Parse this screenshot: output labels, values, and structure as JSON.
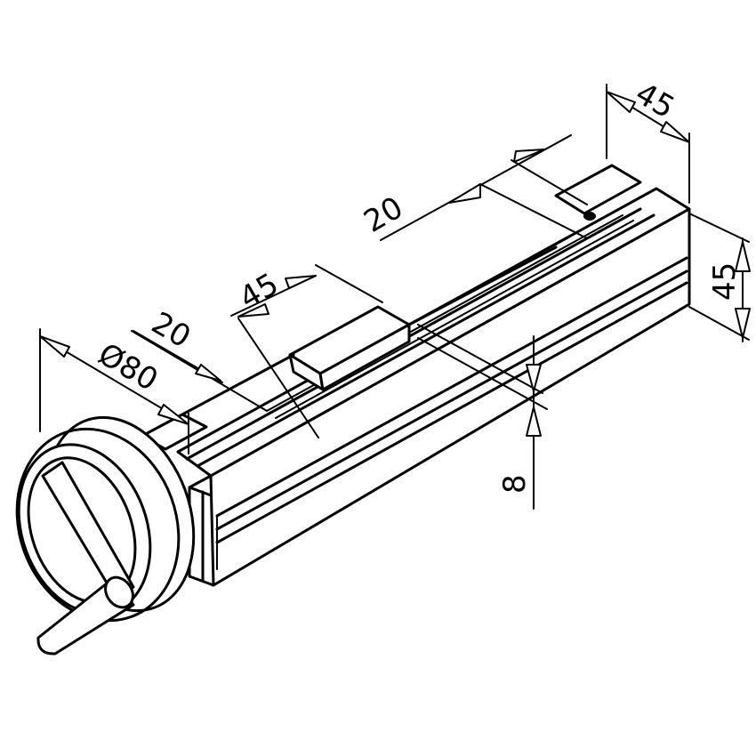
{
  "dimensions": {
    "handwheel_diameter": "Ø80",
    "slot_offset_front": "20",
    "carriage_length": "45",
    "slot_offset_rear": "20",
    "profile_width": "45",
    "profile_height": "45",
    "slot_width": "8"
  }
}
